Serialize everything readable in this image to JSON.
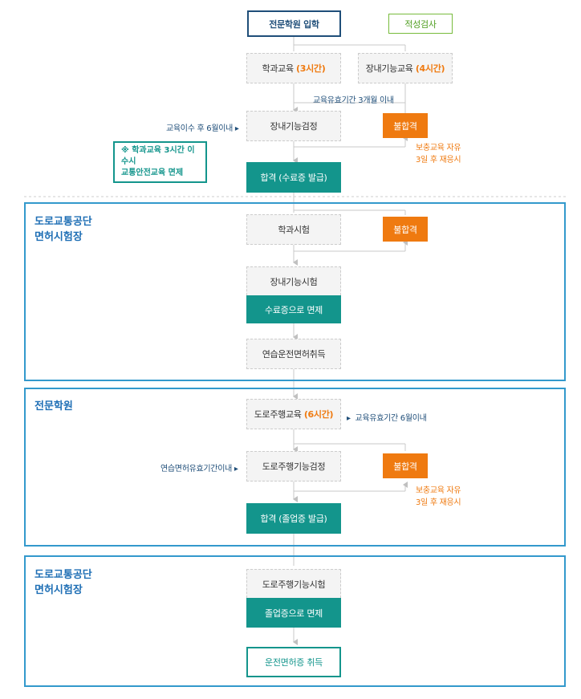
{
  "top": {
    "academy_entry": "전문학원 입학",
    "aptitude_test": "적성검사",
    "theory_edu": {
      "label": "학과교육",
      "hours": "(3시간)"
    },
    "inner_skill_edu": {
      "label": "장내기능교육",
      "hours": "(4시간)"
    },
    "edu_validity": "교육유효기간 3개월 이내",
    "after_completion": "교육이수 후 6월이내",
    "inner_skill_check": "장내기능검정",
    "fail": "불합격",
    "retest_note": [
      "보충교육 자유",
      "3일 후 재응시"
    ],
    "exemption_note": [
      "※ 학과교육 3시간 이수시",
      "교통안전교육 면제"
    ],
    "pass_cert": "합격 (수료증 발급)"
  },
  "section1": {
    "title": [
      "도로교통공단",
      "면허시험장"
    ],
    "theory_test": "학과시험",
    "fail": "불합격",
    "inner_skill_test": "장내기능시험",
    "exempt_by_cert": "수료증으로 면제",
    "learner_license": "연습운전면허취득"
  },
  "section2": {
    "title": "전문학원",
    "road_edu": {
      "label": "도로주행교육",
      "hours": "(6시간)"
    },
    "edu_validity": "교육유효기간 6월이내",
    "learner_validity": "연습면허유효기간이내",
    "road_check": "도로주행기능검정",
    "fail": "불합격",
    "retest_note": [
      "보충교육 자유",
      "3일 후 재응시"
    ],
    "pass_grad": "합격 (졸업증 발급)"
  },
  "section3": {
    "title": [
      "도로교통공단",
      "면허시험장"
    ],
    "road_test": "도로주행기능시험",
    "exempt_by_grad": "졸업증으로 면제",
    "license": "운전면허증 취득"
  },
  "colors": {
    "teal": "#13958c",
    "orange": "#ef7a10",
    "navy": "#1f4e79",
    "section_border": "#3399cc"
  }
}
